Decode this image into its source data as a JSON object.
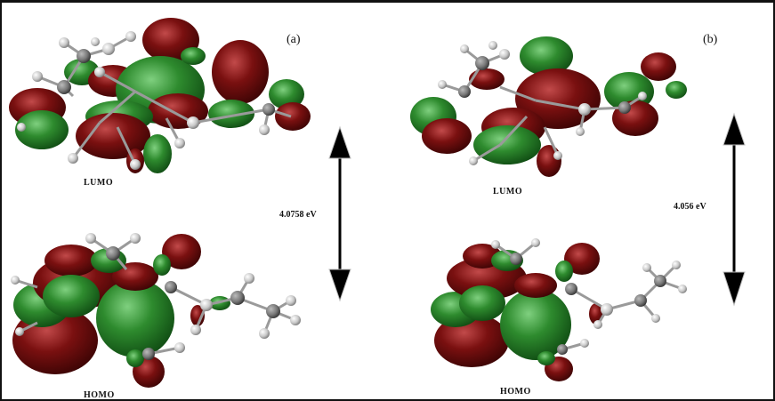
{
  "figure": {
    "panels": [
      {
        "id": "a",
        "label": "(a)",
        "lumo_label": "LUMO",
        "homo_label": "HOMO",
        "energy_gap": "4.0758 eV"
      },
      {
        "id": "b",
        "label": "(b)",
        "lumo_label": "LUMO",
        "homo_label": "HOMO",
        "energy_gap": "4.056 eV"
      }
    ],
    "colors": {
      "positive_lobe": "#2e8b2e",
      "negative_lobe": "#7a1010",
      "atom": "#c8c8c8",
      "bond": "#9a9a9a",
      "arrow": "#000000"
    }
  }
}
